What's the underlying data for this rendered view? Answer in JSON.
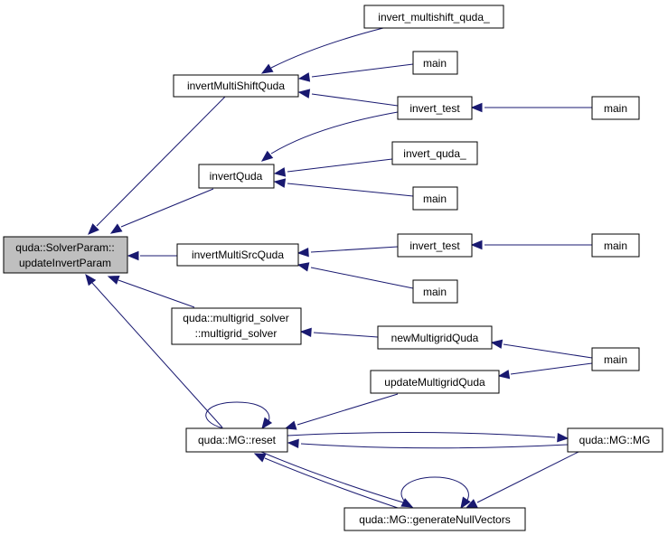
{
  "nodes": {
    "root": {
      "lines": [
        "quda::SolverParam::",
        "updateInvertParam"
      ]
    },
    "invertMultiShiftQuda": {
      "lines": [
        "invertMultiShiftQuda"
      ]
    },
    "invertQuda": {
      "lines": [
        "invertQuda"
      ]
    },
    "invertMultiSrcQuda": {
      "lines": [
        "invertMultiSrcQuda"
      ]
    },
    "multigrid_solver": {
      "lines": [
        "quda::multigrid_solver",
        "::multigrid_solver"
      ]
    },
    "mg_reset": {
      "lines": [
        "quda::MG::reset"
      ]
    },
    "invert_multishift_quda_": {
      "lines": [
        "invert_multishift_quda_"
      ]
    },
    "main_a": {
      "lines": [
        "main"
      ]
    },
    "invert_test_a": {
      "lines": [
        "invert_test"
      ]
    },
    "invert_quda_": {
      "lines": [
        "invert_quda_"
      ]
    },
    "main_b": {
      "lines": [
        "main"
      ]
    },
    "invert_test_b": {
      "lines": [
        "invert_test"
      ]
    },
    "main_c": {
      "lines": [
        "main"
      ]
    },
    "newMultigridQuda": {
      "lines": [
        "newMultigridQuda"
      ]
    },
    "updateMultigridQuda": {
      "lines": [
        "updateMultigridQuda"
      ]
    },
    "mg_generateNullVectors": {
      "lines": [
        "quda::MG::generateNullVectors"
      ]
    },
    "main_d": {
      "lines": [
        "main"
      ]
    },
    "main_e": {
      "lines": [
        "main"
      ]
    },
    "main_f": {
      "lines": [
        "main"
      ]
    },
    "mg_MG": {
      "lines": [
        "quda::MG::MG"
      ]
    }
  },
  "edges": [
    {
      "from": "invertMultiShiftQuda",
      "to": "root"
    },
    {
      "from": "invertQuda",
      "to": "root"
    },
    {
      "from": "invertMultiSrcQuda",
      "to": "root"
    },
    {
      "from": "multigrid_solver",
      "to": "root"
    },
    {
      "from": "mg_reset",
      "to": "root"
    },
    {
      "from": "invert_multishift_quda_",
      "to": "invertMultiShiftQuda"
    },
    {
      "from": "main_a",
      "to": "invertMultiShiftQuda"
    },
    {
      "from": "invert_test_a",
      "to": "invertMultiShiftQuda"
    },
    {
      "from": "invert_test_a",
      "to": "invertQuda"
    },
    {
      "from": "invert_quda_",
      "to": "invertQuda"
    },
    {
      "from": "main_b",
      "to": "invertQuda"
    },
    {
      "from": "main_d",
      "to": "invert_test_a"
    },
    {
      "from": "invert_test_b",
      "to": "invertMultiSrcQuda"
    },
    {
      "from": "main_c",
      "to": "invertMultiSrcQuda"
    },
    {
      "from": "main_e",
      "to": "invert_test_b"
    },
    {
      "from": "newMultigridQuda",
      "to": "multigrid_solver"
    },
    {
      "from": "main_f",
      "to": "newMultigridQuda"
    },
    {
      "from": "main_f",
      "to": "updateMultigridQuda"
    },
    {
      "from": "updateMultigridQuda",
      "to": "mg_reset"
    },
    {
      "from": "mg_reset",
      "to": "mg_reset"
    },
    {
      "from": "mg_MG",
      "to": "mg_reset"
    },
    {
      "from": "mg_generateNullVectors",
      "to": "mg_reset"
    },
    {
      "from": "mg_reset",
      "to": "mg_MG"
    },
    {
      "from": "mg_reset",
      "to": "mg_generateNullVectors"
    },
    {
      "from": "mg_MG",
      "to": "mg_generateNullVectors"
    },
    {
      "from": "mg_generateNullVectors",
      "to": "mg_generateNullVectors"
    }
  ]
}
